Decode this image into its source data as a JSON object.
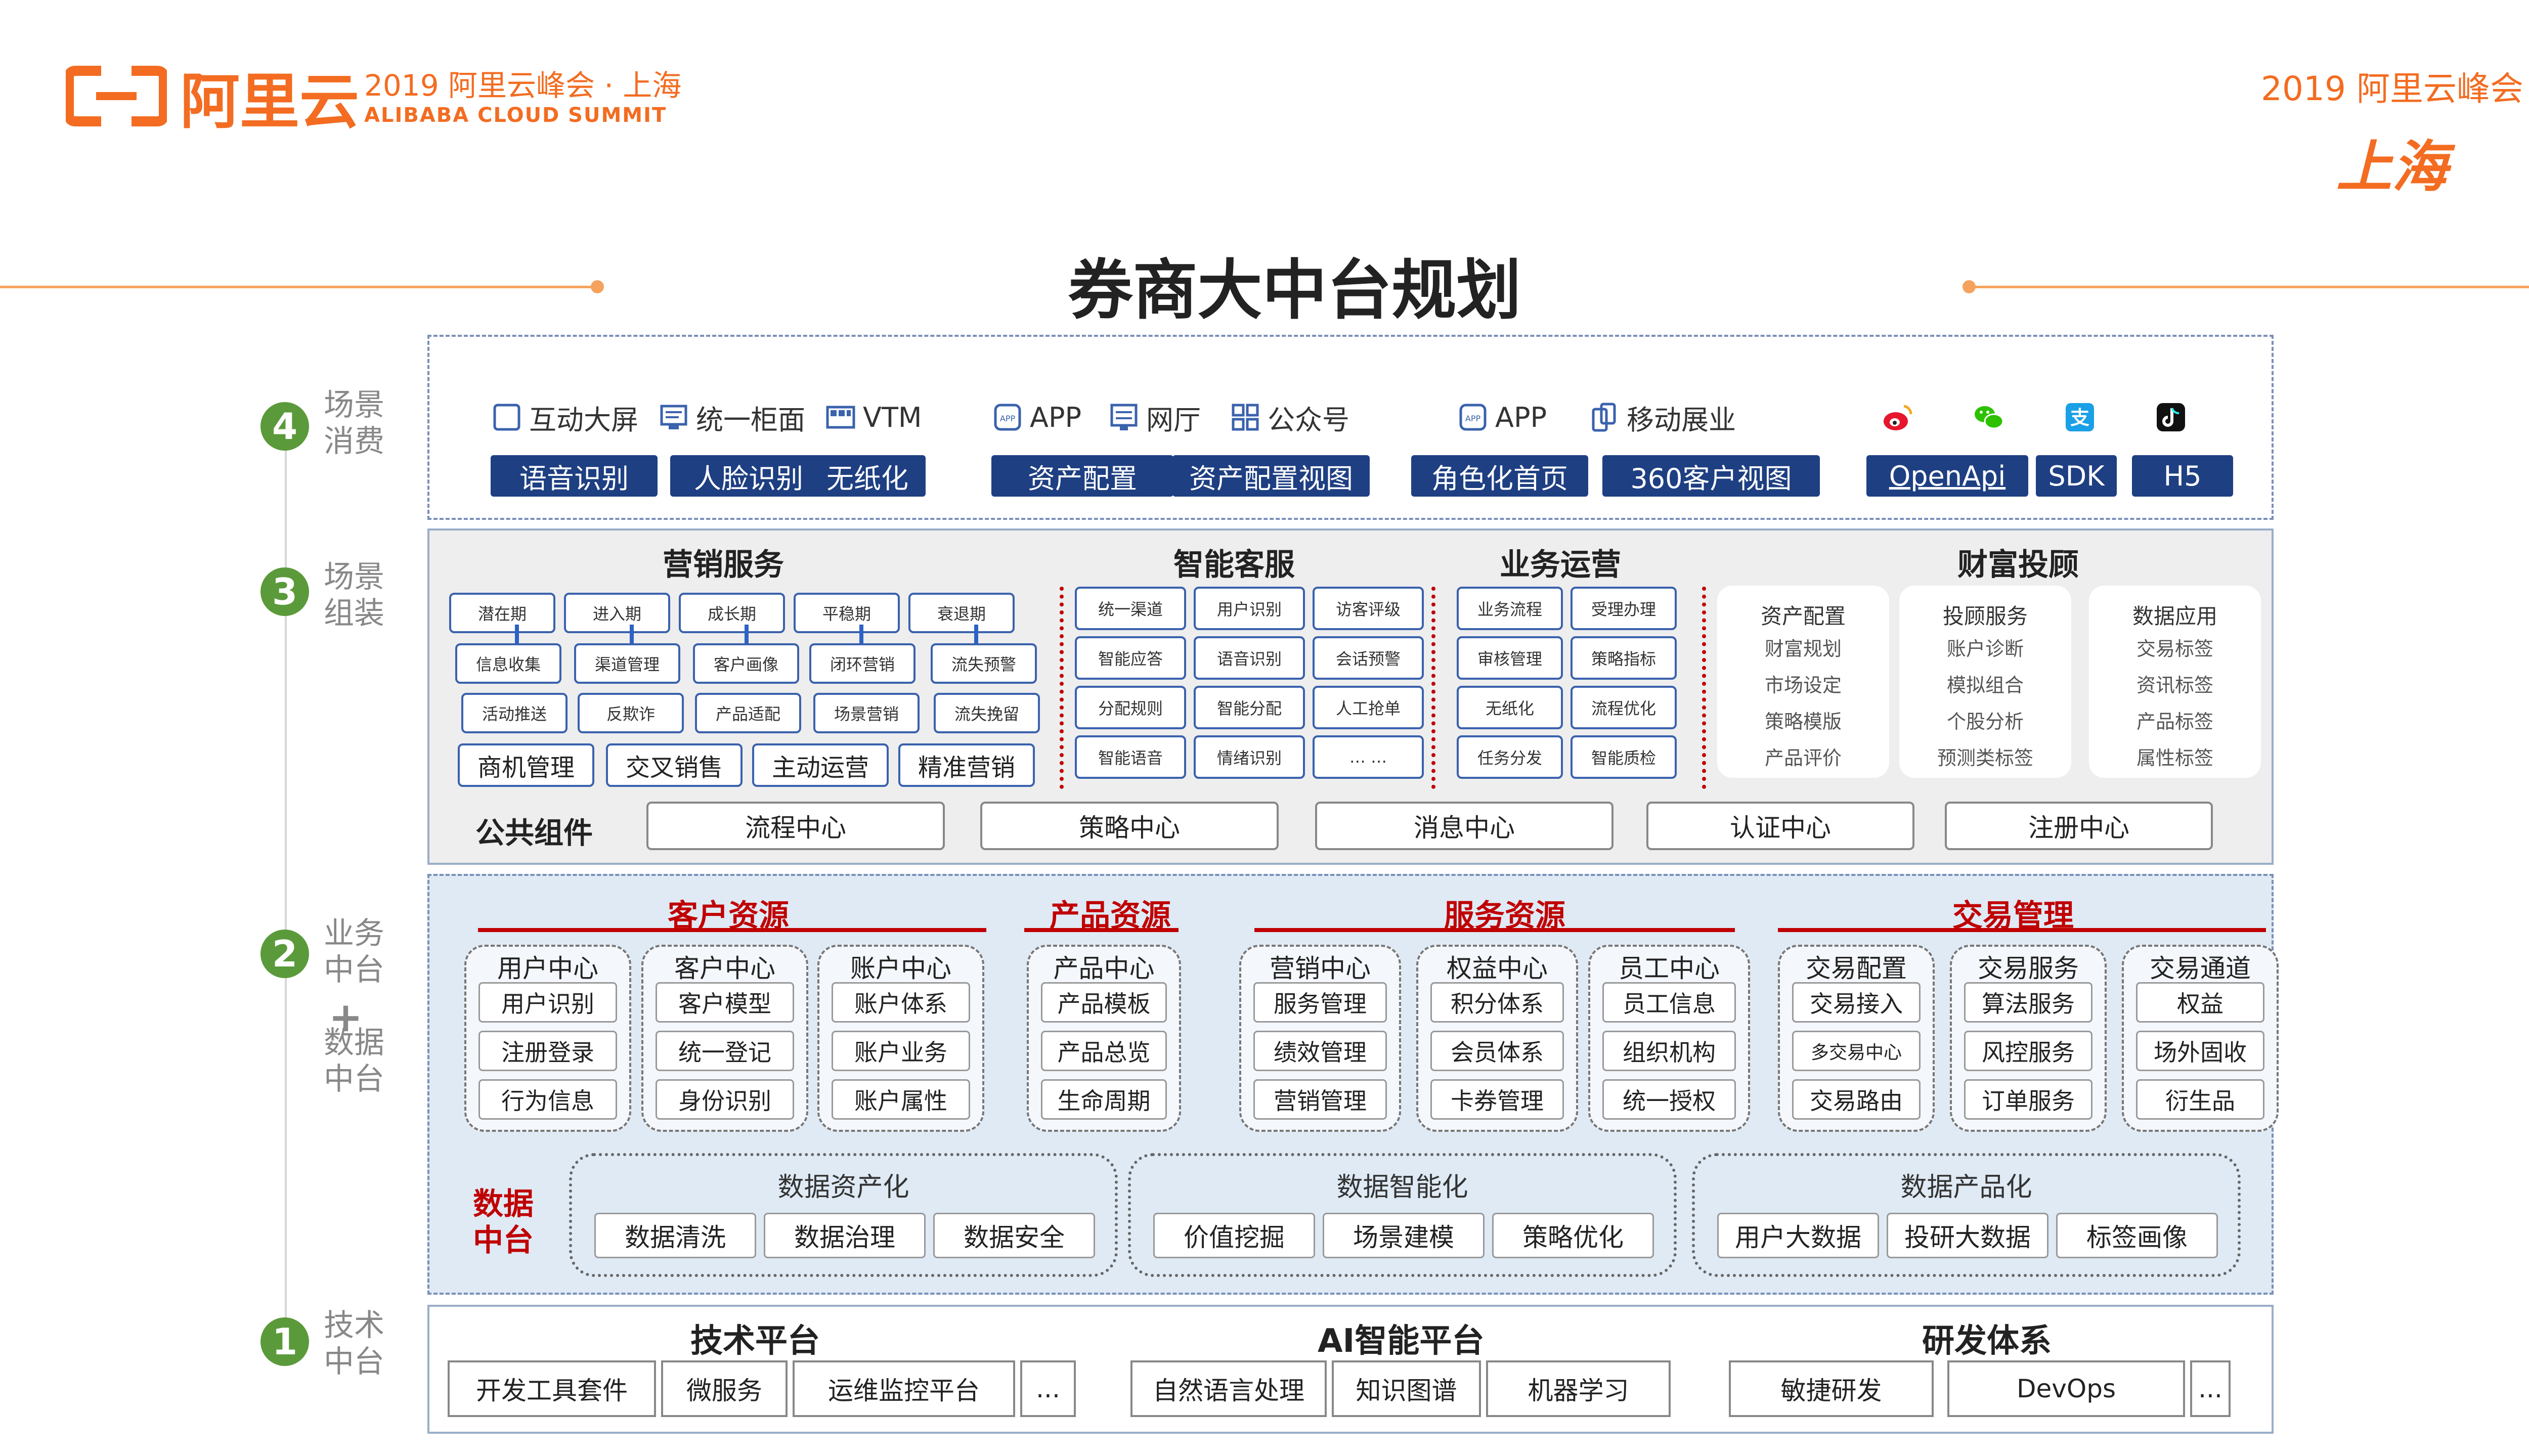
{
  "header": {
    "logo_text": "阿里云",
    "summit_cn": "2019 阿里云峰会 · 上海",
    "summit_en": "ALIBABA CLOUD SUMMIT",
    "right_title": "2019 阿里云峰会",
    "right_city": "上海"
  },
  "title": "券商大中台规划",
  "layers": [
    {
      "num": "4",
      "label": "场景\n消费"
    },
    {
      "num": "3",
      "label": "场景\n组装"
    },
    {
      "num": "2",
      "label": "业务\n中台\n\n数据\n中台"
    },
    {
      "num": "1",
      "label": "技术\n中台"
    }
  ],
  "layer2_plus": "+",
  "scene": {
    "groups": [
      {
        "title": "智慧门店",
        "channels": [
          {
            "icon": "screen-icon",
            "label": "互动大屏"
          },
          {
            "icon": "cabinet-icon",
            "label": "统一柜面"
          },
          {
            "icon": "vtm-icon",
            "label": "VTM"
          }
        ],
        "buttons": [
          "语音识别",
          "人脸识别",
          "无纸化"
        ]
      },
      {
        "title": "客户终端",
        "channels": [
          {
            "icon": "app-icon",
            "label": "APP"
          },
          {
            "icon": "web-icon",
            "label": "网厅"
          },
          {
            "icon": "grid-icon",
            "label": "公众号"
          }
        ],
        "buttons": [
          "资产配置",
          "资产配置视图"
        ]
      },
      {
        "title": "员工终端",
        "channels": [
          {
            "icon": "app-icon",
            "label": "APP"
          },
          {
            "icon": "mobile-icon",
            "label": "移动展业"
          }
        ],
        "buttons": [
          "角色化首页",
          "360客户视图"
        ]
      },
      {
        "title": "数字化渠道",
        "channels": [
          {
            "icon": "weibo-icon",
            "label": ""
          },
          {
            "icon": "wechat-icon",
            "label": ""
          },
          {
            "icon": "alipay-icon",
            "label": ""
          },
          {
            "icon": "tiktok-icon",
            "label": ""
          }
        ],
        "buttons": [
          "OpenApi",
          "SDK",
          "H5"
        ]
      }
    ]
  },
  "assembly": {
    "marketing": {
      "title": "营销服务",
      "row1": [
        "潜在期",
        "进入期",
        "成长期",
        "平稳期",
        "衰退期"
      ],
      "row2": [
        "信息收集",
        "渠道管理",
        "客户画像",
        "闭环营销",
        "流失预警"
      ],
      "row3": [
        "活动推送",
        "反欺诈",
        "产品适配",
        "场景营销",
        "流失挽留"
      ],
      "row4": [
        "商机管理",
        "交叉销售",
        "主动运营",
        "精准营销"
      ]
    },
    "service": {
      "title": "智能客服",
      "grid": [
        "统一渠道",
        "用户识别",
        "访客评级",
        "智能应答",
        "语音识别",
        "会话预警",
        "分配规则",
        "智能分配",
        "人工抢单",
        "智能语音",
        "情绪识别",
        "… …"
      ]
    },
    "operation": {
      "title": "业务运营",
      "grid": [
        "业务流程",
        "受理办理",
        "审核管理",
        "策略指标",
        "无纸化",
        "流程优化",
        "任务分发",
        "智能质检"
      ]
    },
    "wealth": {
      "title": "财富投顾",
      "cards": [
        {
          "title": "资产配置",
          "items": [
            "财富规划",
            "市场设定",
            "策略模版",
            "产品评价"
          ]
        },
        {
          "title": "投顾服务",
          "items": [
            "账户诊断",
            "模拟组合",
            "个股分析",
            "预测类标签"
          ]
        },
        {
          "title": "数据应用",
          "items": [
            "交易标签",
            "资讯标签",
            "产品标签",
            "属性标签"
          ]
        }
      ]
    },
    "common_label": "公共组件",
    "common": [
      "流程中心",
      "策略中心",
      "消息中心",
      "认证中心",
      "注册中心"
    ]
  },
  "business": {
    "sections": [
      {
        "title": "客户资源",
        "groups": [
          {
            "title": "用户中心",
            "items": [
              "用户识别",
              "注册登录",
              "行为信息"
            ]
          },
          {
            "title": "客户中心",
            "items": [
              "客户模型",
              "统一登记",
              "身份识别"
            ]
          },
          {
            "title": "账户中心",
            "items": [
              "账户体系",
              "账户业务",
              "账户属性"
            ]
          }
        ]
      },
      {
        "title": "产品资源",
        "groups": [
          {
            "title": "产品中心",
            "items": [
              "产品模板",
              "产品总览",
              "生命周期"
            ]
          }
        ]
      },
      {
        "title": "服务资源",
        "groups": [
          {
            "title": "营销中心",
            "items": [
              "服务管理",
              "绩效管理",
              "营销管理"
            ]
          },
          {
            "title": "权益中心",
            "items": [
              "积分体系",
              "会员体系",
              "卡券管理"
            ]
          },
          {
            "title": "员工中心",
            "items": [
              "员工信息",
              "组织机构",
              "统一授权"
            ]
          }
        ]
      },
      {
        "title": "交易管理",
        "groups": [
          {
            "title": "交易配置",
            "items": [
              "交易接入",
              "多交易中心",
              "交易路由"
            ]
          },
          {
            "title": "交易服务",
            "items": [
              "算法服务",
              "风控服务",
              "订单服务"
            ]
          },
          {
            "title": "交易通道",
            "items": [
              "权益",
              "场外固收",
              "衍生品"
            ]
          }
        ]
      }
    ],
    "data_label": "数据\n中台",
    "data_groups": [
      {
        "title": "数据资产化",
        "items": [
          "数据清洗",
          "数据治理",
          "数据安全"
        ]
      },
      {
        "title": "数据智能化",
        "items": [
          "价值挖掘",
          "场景建模",
          "策略优化"
        ]
      },
      {
        "title": "数据产品化",
        "items": [
          "用户大数据",
          "投研大数据",
          "标签画像"
        ]
      }
    ]
  },
  "tech": {
    "groups": [
      {
        "title": "技术平台",
        "items": [
          "开发工具套件",
          "微服务",
          "运维监控平台",
          "..."
        ]
      },
      {
        "title": "AI智能平台",
        "items": [
          "自然语言处理",
          "知识图谱",
          "机器学习"
        ]
      },
      {
        "title": "研发体系",
        "items": [
          "敏捷研发",
          "DevOps",
          "..."
        ]
      }
    ]
  },
  "colors": {
    "orange": "#f36c21",
    "navy": "#1e3f82",
    "red": "#c00000",
    "green": "#5b9a3b",
    "blue": "#3a62ad"
  }
}
